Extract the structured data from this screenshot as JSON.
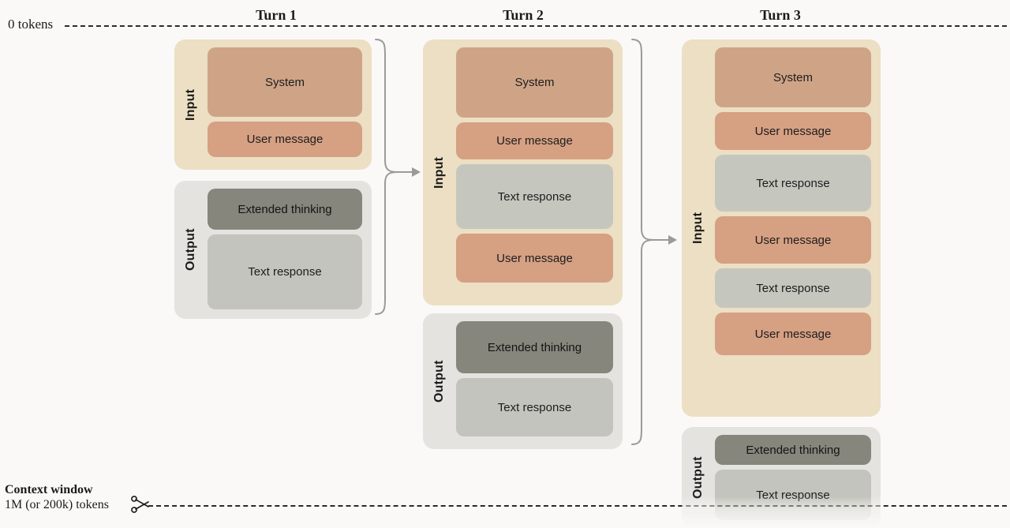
{
  "axis": {
    "top_label": "0 tokens",
    "bottom_title": "Context window",
    "bottom_subtitle": "1M (or 200k) tokens",
    "scissors_icon": "scissors-icon"
  },
  "labels": {
    "input": "Input",
    "output": "Output",
    "system": "System",
    "user_message": "User message",
    "text_response": "Text response",
    "extended_thinking": "Extended thinking"
  },
  "colors": {
    "background": "#faf9f7",
    "input_group": "#ecdfc3",
    "output_group": "#e4e3df",
    "system_block": "#cfa486",
    "user_block": "#d6a083",
    "text_response_block": "#c5c7bf",
    "extended_thinking_block": "#86867c",
    "dashed_line": "#2b2b2b",
    "connector": "#9a9a98"
  },
  "turns": [
    {
      "title": "Turn 1",
      "input": {
        "label": "Input",
        "blocks": [
          {
            "label": "System",
            "kind": "system"
          },
          {
            "label": "User message",
            "kind": "user"
          }
        ]
      },
      "output": {
        "label": "Output",
        "blocks": [
          {
            "label": "Extended thinking",
            "kind": "thinking"
          },
          {
            "label": "Text response",
            "kind": "text-response"
          }
        ]
      }
    },
    {
      "title": "Turn 2",
      "input": {
        "label": "Input",
        "blocks": [
          {
            "label": "System",
            "kind": "system"
          },
          {
            "label": "User message",
            "kind": "user"
          },
          {
            "label": "Text response",
            "kind": "text-response"
          },
          {
            "label": "User message",
            "kind": "user"
          }
        ]
      },
      "output": {
        "label": "Output",
        "blocks": [
          {
            "label": "Extended thinking",
            "kind": "thinking"
          },
          {
            "label": "Text response",
            "kind": "text-response"
          }
        ]
      }
    },
    {
      "title": "Turn 3",
      "input": {
        "label": "Input",
        "blocks": [
          {
            "label": "System",
            "kind": "system"
          },
          {
            "label": "User message",
            "kind": "user"
          },
          {
            "label": "Text response",
            "kind": "text-response"
          },
          {
            "label": "User message",
            "kind": "user"
          },
          {
            "label": "Text response",
            "kind": "text-response"
          },
          {
            "label": "User message",
            "kind": "user"
          }
        ]
      },
      "output": {
        "label": "Output",
        "blocks": [
          {
            "label": "Extended thinking",
            "kind": "thinking"
          },
          {
            "label": "Text response",
            "kind": "text-response"
          }
        ]
      }
    }
  ]
}
